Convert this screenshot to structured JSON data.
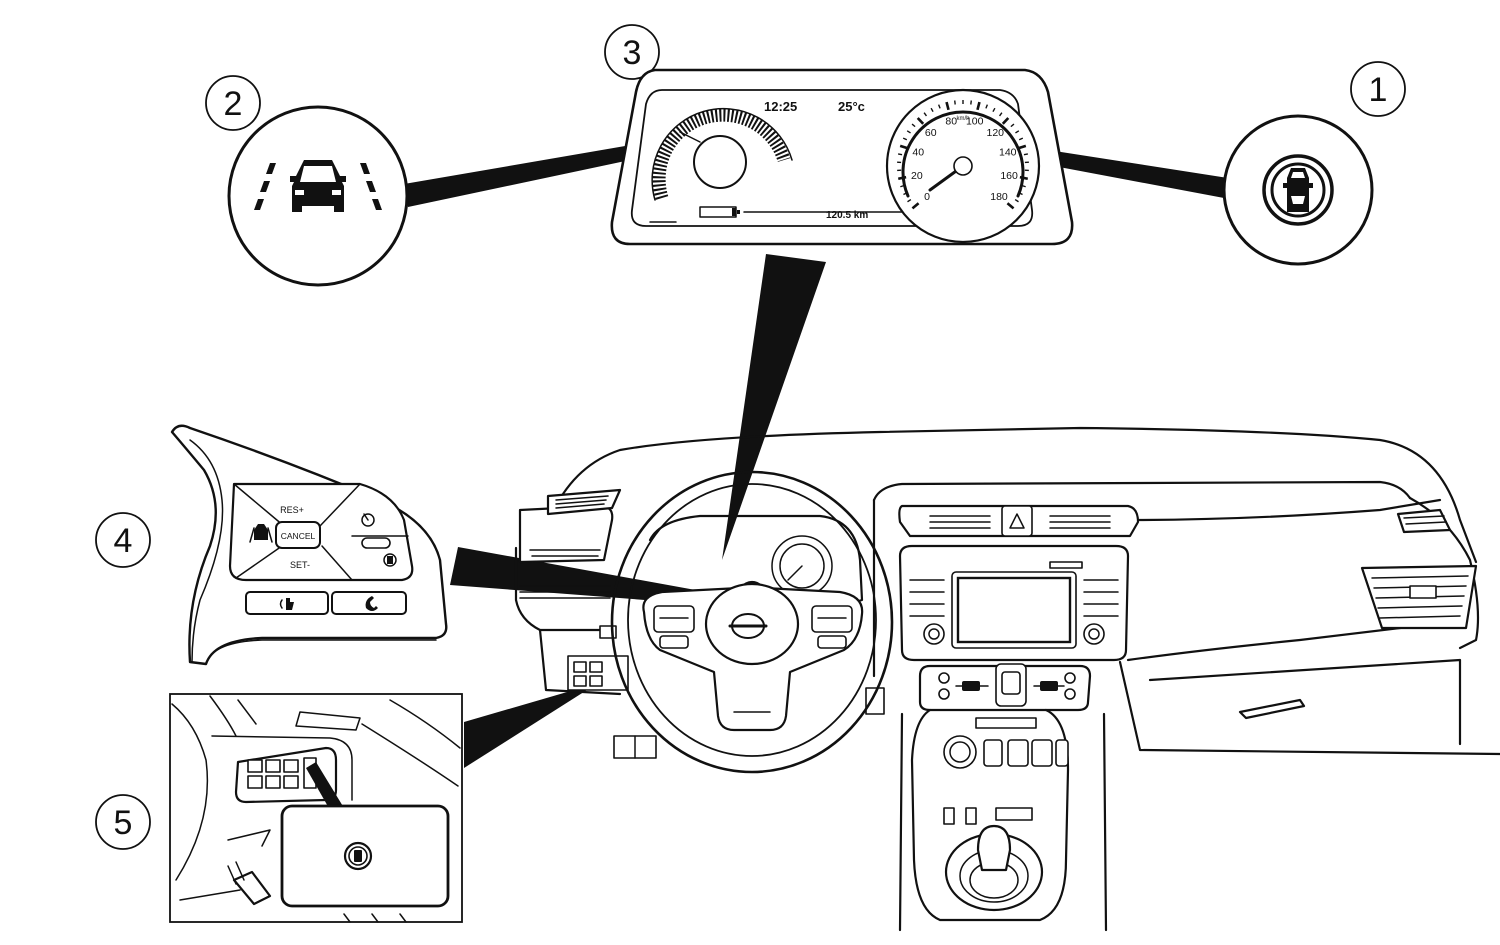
{
  "callouts": [
    {
      "number": "1",
      "icon": "lane-departure-prevention-icon"
    },
    {
      "number": "2",
      "icon": "lane-departure-warning-icon"
    },
    {
      "number": "3",
      "icon": "instrument-cluster"
    },
    {
      "number": "4",
      "icon": "steering-wheel-switches"
    },
    {
      "number": "5",
      "icon": "dashboard-switch-panel"
    }
  ],
  "cluster": {
    "time": "12:25",
    "temperature": "25°c",
    "odometer": "120.5 km",
    "speed_unit": "km/h",
    "speed_ticks": [
      "0",
      "20",
      "40",
      "60",
      "80",
      "100",
      "120",
      "140",
      "160",
      "180"
    ]
  },
  "steering_switch": {
    "res_label": "RES+",
    "cancel_label": "CANCEL",
    "set_label": "SET-"
  },
  "colors": {
    "line": "#111111",
    "background": "#ffffff"
  }
}
